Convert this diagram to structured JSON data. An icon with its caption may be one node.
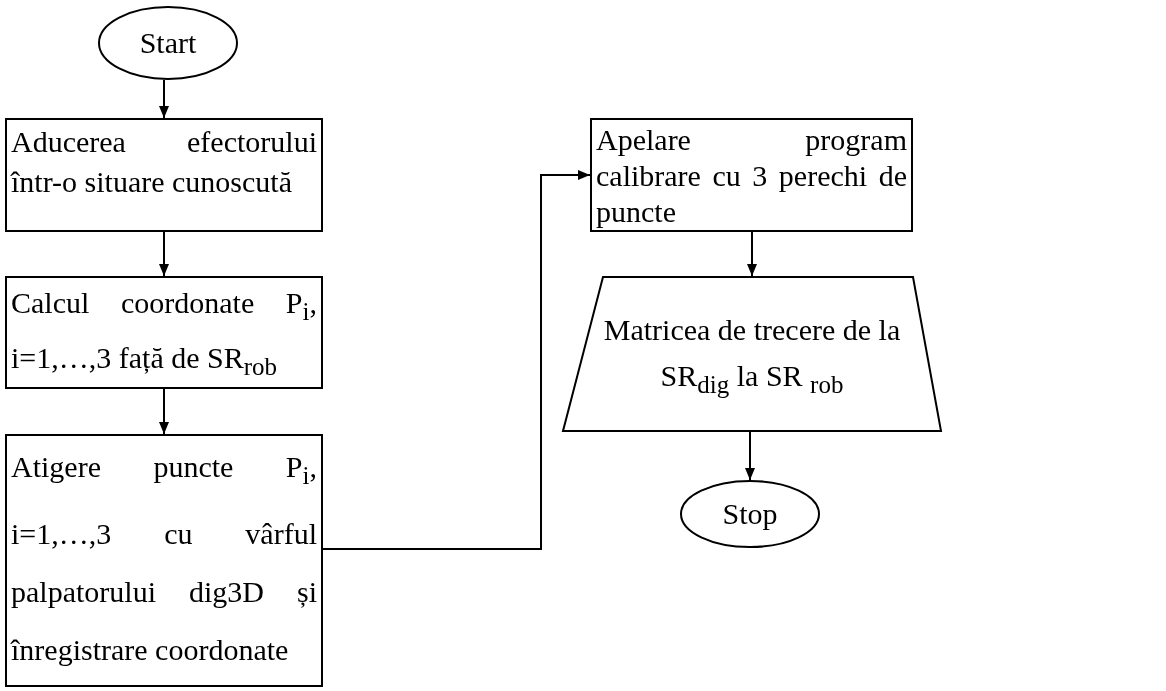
{
  "diagram": {
    "nodes": [
      {
        "text": [
          "Start"
        ]
      },
      {
        "text": [
          "Aducerea efectorului într-o situare cunoscută"
        ]
      },
      {
        "text": [
          "Calcul coordonate P$_{i}$, i=1,…,3 față de SR$_{rob}$"
        ]
      },
      {
        "text": [
          "Atigere puncte P$_{i}$, i=1,…,3 cu vârful palpatorului dig3D și înregistrare coordonate"
        ]
      },
      {
        "text": [
          "Apelare program calibrare cu 3 perechi de puncte"
        ]
      },
      {
        "text": [
          "Matricea de trecere de la SR$_{dig}$ la SR $_{rob}$"
        ]
      },
      {
        "text": [
          "Stop"
        ]
      }
    ],
    "edges": [
      {
        "from": 0,
        "to": 1,
        "arrow": "to"
      },
      {
        "from": 1,
        "to": 2,
        "arrow": "to"
      },
      {
        "from": 2,
        "to": 3,
        "arrow": "to"
      },
      {
        "from": 3,
        "to": 4,
        "arrow": "to"
      },
      {
        "from": 4,
        "to": 5,
        "arrow": "to"
      },
      {
        "from": 5,
        "to": 6,
        "arrow": "to"
      }
    ]
  }
}
